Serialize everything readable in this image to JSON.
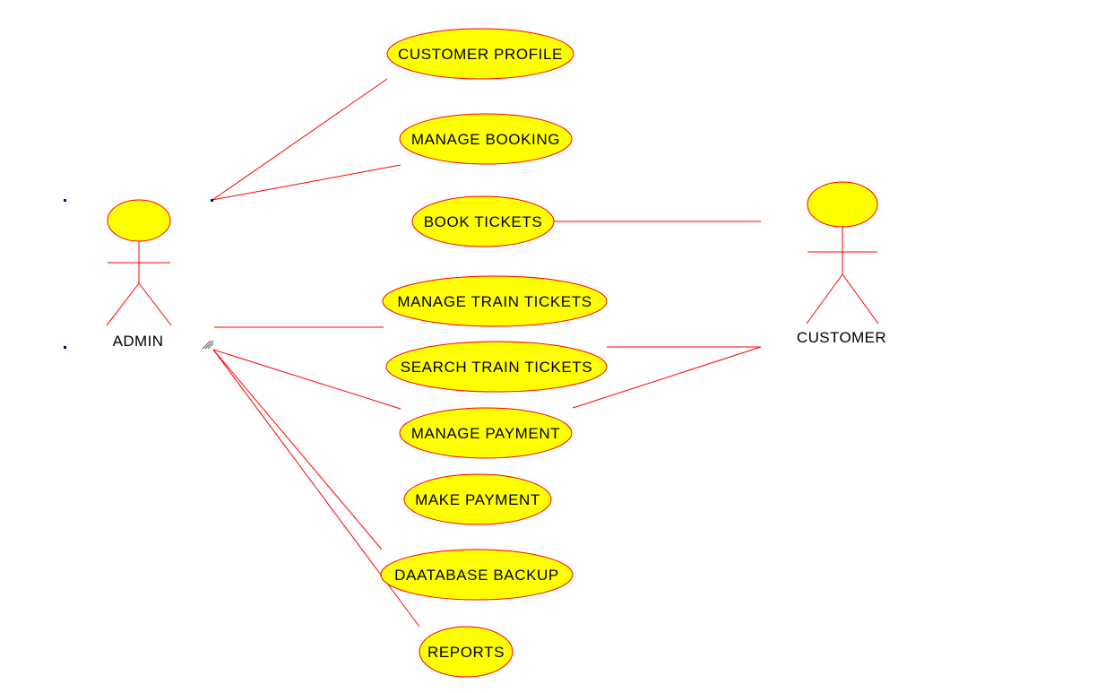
{
  "colors": {
    "line": "#ff0000",
    "fill": "#ffff00",
    "text": "#000000",
    "handle": "#0000aa"
  },
  "actors": {
    "admin": {
      "name": "ADMIN"
    },
    "customer": {
      "name": "CUSTOMER"
    }
  },
  "use_cases": {
    "customer_profile": "CUSTOMER PROFILE",
    "manage_booking": "MANAGE BOOKING",
    "book_tickets": "BOOK TICKETS",
    "manage_train_tickets": "MANAGE TRAIN TICKETS",
    "search_train_tickets": "SEARCH TRAIN TICKETS",
    "manage_payment": "MANAGE PAYMENT",
    "make_payment": "MAKE PAYMENT",
    "database_backup": "DAATABASE BACKUP",
    "reports": "REPORTS"
  },
  "associations": [
    {
      "from": "ADMIN",
      "to": "CUSTOMER PROFILE"
    },
    {
      "from": "ADMIN",
      "to": "MANAGE BOOKING"
    },
    {
      "from": "ADMIN",
      "to": "MANAGE TRAIN TICKETS"
    },
    {
      "from": "ADMIN",
      "to": "MANAGE PAYMENT"
    },
    {
      "from": "ADMIN",
      "to": "DAATABASE BACKUP"
    },
    {
      "from": "ADMIN",
      "to": "REPORTS"
    },
    {
      "from": "CUSTOMER",
      "to": "BOOK TICKETS"
    },
    {
      "from": "CUSTOMER",
      "to": "SEARCH TRAIN TICKETS"
    },
    {
      "from": "CUSTOMER",
      "to": "MANAGE PAYMENT"
    }
  ]
}
